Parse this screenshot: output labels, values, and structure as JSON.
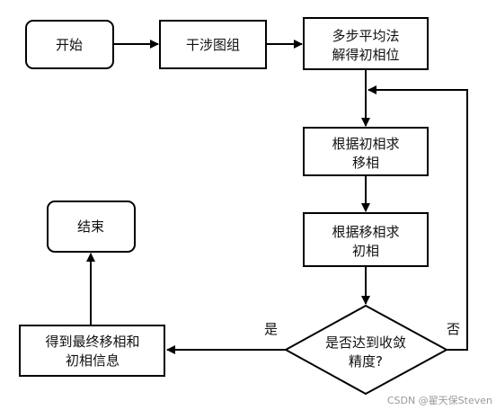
{
  "diagram": {
    "nodes": {
      "start": "开始",
      "interference": "干涉图组",
      "multistep": [
        "多步平均法",
        "解得初相位"
      ],
      "calc_shift": [
        "根据初相求",
        "移相"
      ],
      "calc_phase": [
        "根据移相求",
        "初相"
      ],
      "converged": [
        "是否达到收敛",
        "精度?"
      ],
      "result": [
        "得到最终移相和",
        "初相信息"
      ],
      "end": "结束"
    },
    "edge_labels": {
      "yes": "是",
      "no": "否"
    }
  },
  "watermark": "CSDN @翟天保Steven"
}
